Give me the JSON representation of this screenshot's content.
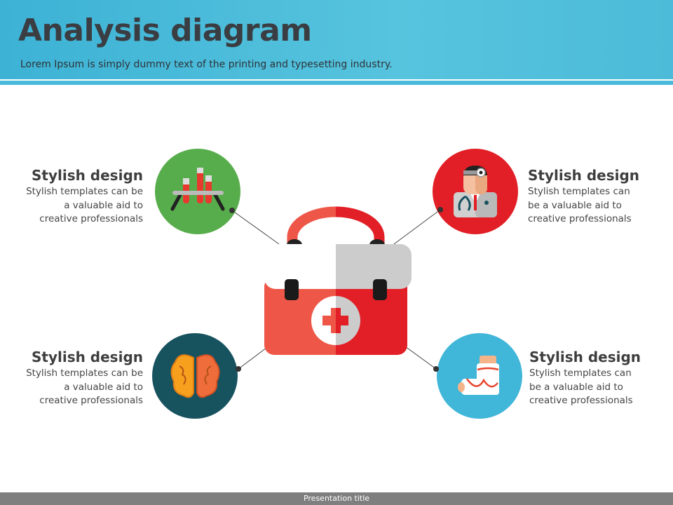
{
  "header": {
    "title": "Analysis diagram",
    "subtitle": "Lorem Ipsum is simply dummy text of the printing and typesetting industry."
  },
  "items": [
    {
      "title": "Stylish design",
      "body": [
        "Stylish templates can be",
        "a valuable aid to",
        "creative professionals"
      ],
      "icon": "test-tubes-icon",
      "color": "#57ad4b"
    },
    {
      "title": "Stylish design",
      "body": [
        "Stylish templates can",
        "be a valuable aid to",
        "creative professionals"
      ],
      "icon": "doctor-icon",
      "color": "#e21f26"
    },
    {
      "title": "Stylish design",
      "body": [
        "Stylish templates can be",
        "a valuable aid to",
        "creative professionals"
      ],
      "icon": "brain-icon",
      "color": "#17525f"
    },
    {
      "title": "Stylish design",
      "body": [
        "Stylish templates can",
        "be a valuable aid to",
        "creative professionals"
      ],
      "icon": "broken-leg-icon",
      "color": "#40b6d9"
    }
  ],
  "center": {
    "icon": "first-aid-kit-icon"
  },
  "footer": {
    "label": "Presentation title"
  }
}
